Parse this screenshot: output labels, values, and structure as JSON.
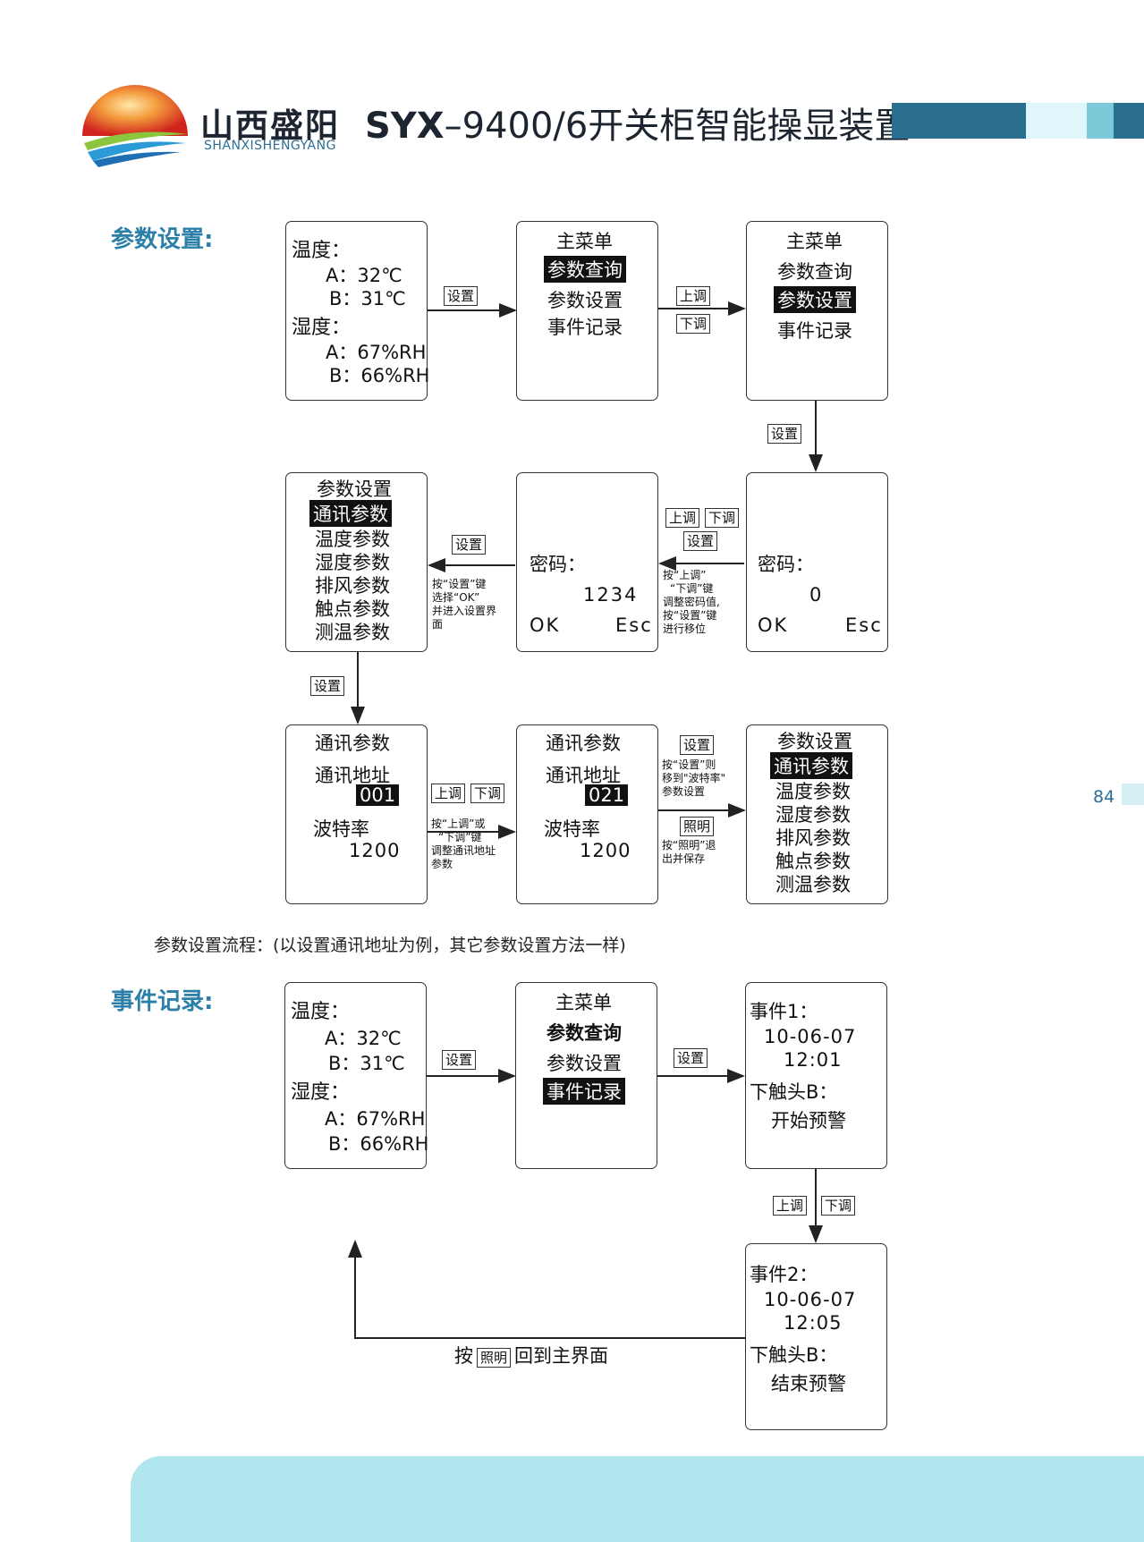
{
  "header": {
    "brand_cn": "山西盛阳",
    "brand_en": "SHANXISHENGYANG",
    "model": "SYX",
    "title_rest": "–9400/6开关柜智能操显装置"
  },
  "page_number": "84",
  "colors": {
    "accent": "#2b7fa8",
    "bar_dark": "#2a6f90",
    "bar_light": "#dff6fb",
    "footer": "#b1e6ee"
  },
  "sections": {
    "params": "参数设置:",
    "events": "事件记录:"
  },
  "caption": "参数设置流程：(以设置通讯地址为例，其它参数设置方法一样)",
  "screens": {
    "p1": [
      "温度：",
      "A：32℃",
      "B：31℃",
      "湿度：",
      "A：67%RH",
      "B：66%RH"
    ],
    "p2": [
      "主菜单",
      "参数查询",
      "参数设置",
      "事件记录"
    ],
    "p3": [
      "主菜单",
      "参数查询",
      "参数设置",
      "事件记录"
    ],
    "p4": [
      "参数设置",
      "通讯参数",
      "温度参数",
      "湿度参数",
      "排风参数",
      "触点参数",
      "测温参数"
    ],
    "p5": [
      "密码：",
      "1234",
      "OK",
      "Esc"
    ],
    "p6": [
      "密码：",
      "0",
      "OK",
      "Esc"
    ],
    "p7": [
      "通讯参数",
      "通讯地址",
      "001",
      "波特率",
      "1200"
    ],
    "p8": [
      "通讯参数",
      "通讯地址",
      "021",
      "波特率",
      "1200"
    ],
    "p9": [
      "参数设置",
      "通讯参数",
      "温度参数",
      "湿度参数",
      "排风参数",
      "触点参数",
      "测温参数"
    ],
    "e1": [
      "温度：",
      "A：32℃",
      "B：31℃",
      "湿度：",
      "A：67%RH",
      "B：66%RH"
    ],
    "e2": [
      "主菜单",
      "参数查询",
      "参数设置",
      "事件记录"
    ],
    "e3": [
      "事件1：",
      "10-06-07",
      "12:01",
      "下触头B：",
      "开始预警"
    ],
    "e4": [
      "事件2：",
      "10-06-07",
      "12:05",
      "下触头B：",
      "结束预警"
    ]
  },
  "keys": {
    "set": "设置",
    "up": "上调",
    "down": "下调",
    "light": "照明"
  },
  "notes": {
    "n1": [
      "按“设置”键",
      "选择“OK”",
      "并进入设置界",
      "面"
    ],
    "n2": [
      "按“上调”",
      "“下调”键",
      "调整密码值,",
      "按“设置”键",
      "进行移位"
    ],
    "n3": [
      "按“上调”或",
      "“下调”键",
      "调整通讯地址",
      "参数"
    ],
    "n4": [
      "按“设置”则",
      "移到\"波特率\"",
      "参数设置"
    ],
    "n5": [
      "按“照明”退",
      "出并保存"
    ]
  },
  "return_label": {
    "prefix": "按",
    "suffix": "回到主界面"
  }
}
